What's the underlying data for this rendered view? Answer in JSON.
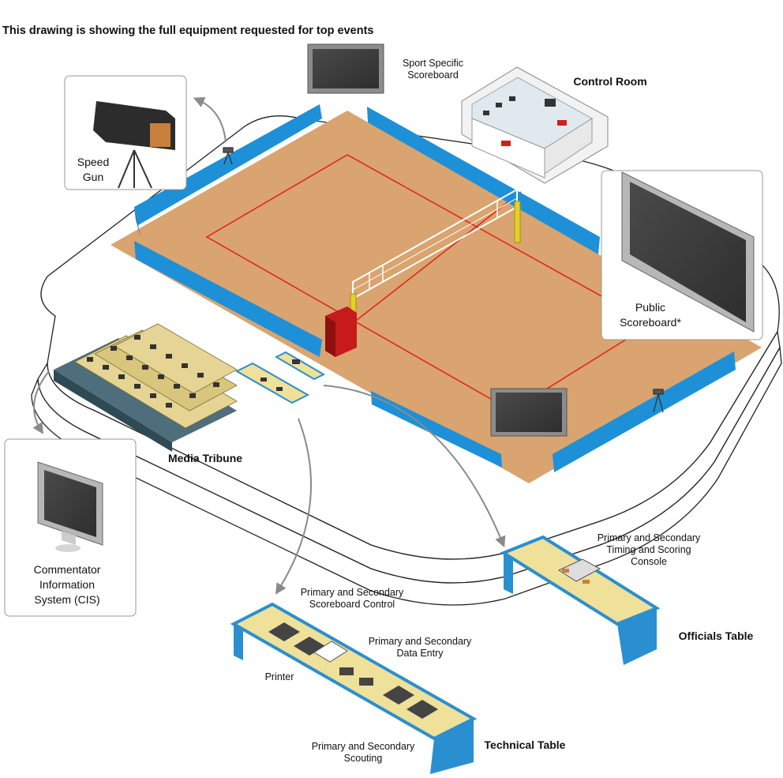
{
  "title": "This drawing is showing the full equipment requested for top events",
  "labels": {
    "sport_scoreboard": "Sport Specific\nScoreboard",
    "control_room": "Control Room",
    "speed_gun": "Speed\nGun",
    "public_scoreboard": "Public\nScoreboard*",
    "media_tribune": "Media Tribune",
    "cis": "Commentator\nInformation\nSystem (CIS)",
    "timing_console": "Primary and Secondary\nTiming and Scoring\nConsole",
    "officials_table": "Officials Table",
    "scoreboard_control": "Primary and Secondary\nScoreboard Control",
    "data_entry": "Primary and Secondary\nData Entry",
    "printer": "Printer",
    "scouting": "Primary and Secondary\nScouting",
    "technical_table": "Technical Table"
  },
  "colors": {
    "court": "#d9a46f",
    "court_line": "#e0211b",
    "advert_blue": "#1e90d8",
    "table_top": "#efe09a",
    "table_edge": "#2a8fd0",
    "screen": "#3a3a3a",
    "callout_border": "#9a9a9a"
  }
}
